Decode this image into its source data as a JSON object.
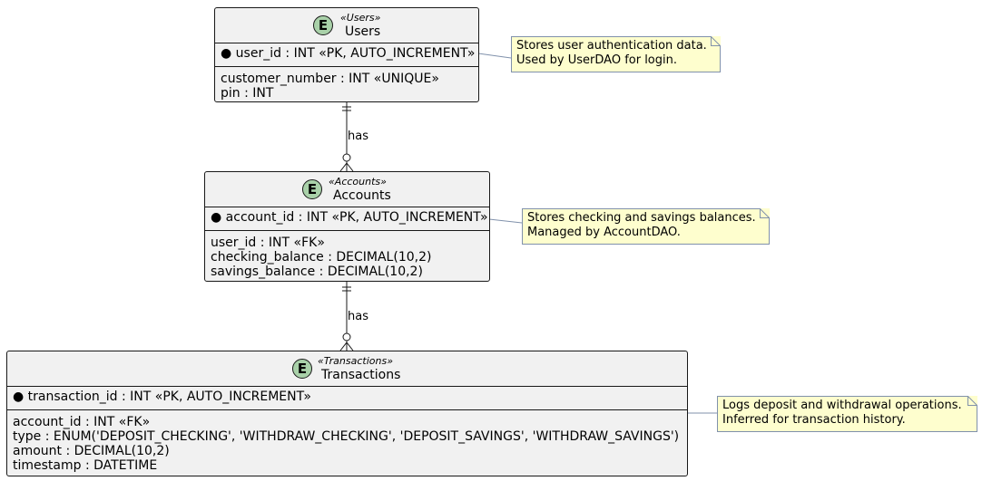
{
  "entities": {
    "users": {
      "badge": "E",
      "stereotype": "«Users»",
      "name": "Users",
      "pk": "user_id : INT «PK, AUTO_INCREMENT»",
      "attributes": [
        "customer_number : INT «UNIQUE»",
        "pin : INT"
      ]
    },
    "accounts": {
      "badge": "E",
      "stereotype": "«Accounts»",
      "name": "Accounts",
      "pk": "account_id : INT «PK, AUTO_INCREMENT»",
      "attributes": [
        "user_id : INT «FK»",
        "checking_balance : DECIMAL(10,2)",
        "savings_balance : DECIMAL(10,2)"
      ]
    },
    "transactions": {
      "badge": "E",
      "stereotype": "«Transactions»",
      "name": "Transactions",
      "pk": "transaction_id : INT «PK, AUTO_INCREMENT»",
      "attributes": [
        "account_id : INT «FK»",
        "type : ENUM('DEPOSIT_CHECKING', 'WITHDRAW_CHECKING', 'DEPOSIT_SAVINGS', 'WITHDRAW_SAVINGS')",
        "amount : DECIMAL(10,2)",
        "timestamp : DATETIME"
      ]
    }
  },
  "relationships": [
    {
      "from": "Users",
      "to": "Accounts",
      "label": "has"
    },
    {
      "from": "Accounts",
      "to": "Transactions",
      "label": "has"
    }
  ],
  "notes": {
    "users": [
      "Stores user authentication data.",
      "Used by UserDAO for login."
    ],
    "accounts": [
      "Stores checking and savings balances.",
      "Managed by AccountDAO."
    ],
    "transactions": [
      "Logs deposit and withdrawal operations.",
      "Inferred for transaction history."
    ]
  },
  "colors": {
    "entity_fill": "#f1f1f1",
    "badge_fill": "#a9d1a9",
    "note_fill": "#fefece",
    "note_border": "#8091ab",
    "line": "#181818"
  }
}
